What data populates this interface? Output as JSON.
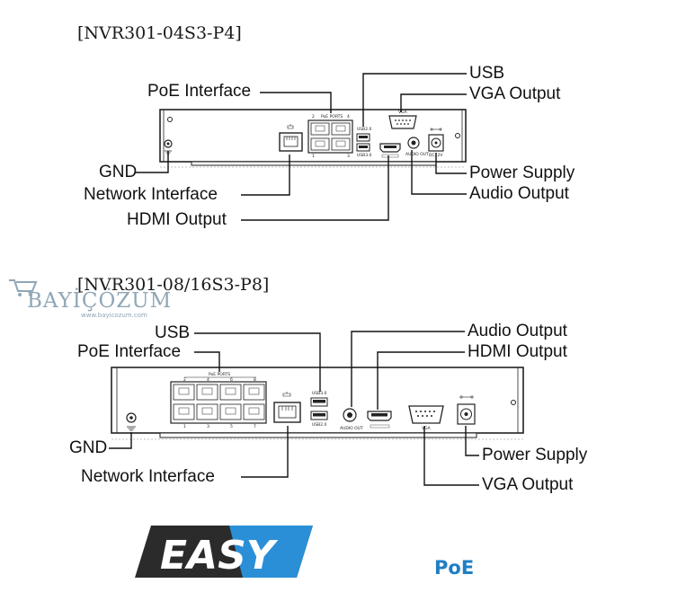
{
  "diagram1": {
    "model": "[NVR301-04S3-P4]",
    "labels": {
      "usb": "USB",
      "vga": "VGA Output",
      "poe": "PoE Interface",
      "gnd": "GND",
      "network": "Network Interface",
      "hdmi": "HDMI Output",
      "power": "Power Supply",
      "audio": "Audio Output"
    },
    "panel_text": {
      "poe_ports": "PoE PORTS",
      "usb_a": "USB2.0",
      "usb_b": "USB3.0",
      "vga": "VGA",
      "audio_out": "AUDIO OUT",
      "power": "DC12V",
      "port_nums_top": [
        "2",
        "4"
      ],
      "port_nums_bottom": [
        "1",
        "3"
      ]
    }
  },
  "diagram2": {
    "model": "[NVR301-08/16S3-P8]",
    "labels": {
      "usb": "USB",
      "poe": "PoE Interface",
      "gnd": "GND",
      "network": "Network Interface",
      "audio": "Audio Output",
      "hdmi": "HDMI Output",
      "power": "Power Supply",
      "vga": "VGA Output"
    },
    "panel_text": {
      "poe_ports": "PoE PORTS",
      "usb_top": "USB3.0",
      "usb_bottom": "USB2.0",
      "audio_out": "AUDIO OUT",
      "vga": "VGA",
      "port_nums_top": [
        "2",
        "4",
        "6",
        "8"
      ],
      "port_nums_bottom": [
        "1",
        "3",
        "5",
        "7"
      ]
    }
  },
  "watermark": {
    "brand": "BAYİÇÖZÜM",
    "url": "www.bayicozum.com"
  },
  "logo": {
    "text": "EASY",
    "badge": "PoE"
  },
  "colors": {
    "easy_blue": "#2a8fd6",
    "easy_dark": "#2b2b2b",
    "poe_blue": "#1f7fc4"
  }
}
